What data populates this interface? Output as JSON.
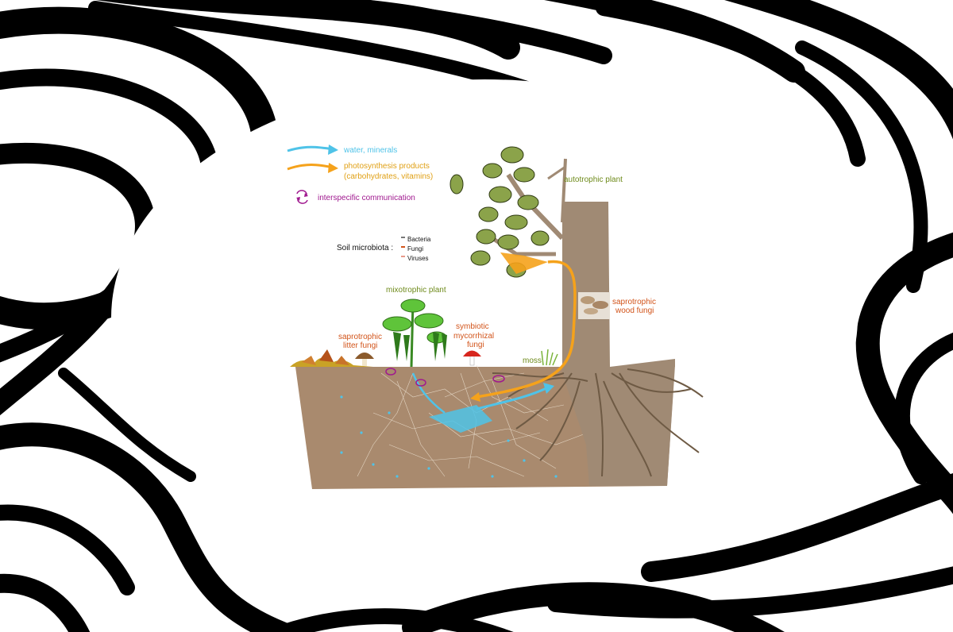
{
  "legend": {
    "water": "water, minerals",
    "photo_line1": "photosynthesis products",
    "photo_line2": "(carbohydrates, vitamins)",
    "communication": "interspecific communication"
  },
  "microbiota": {
    "title": "Soil microbiota :",
    "items": [
      "Bacteria",
      "Fungi",
      "Viruses"
    ]
  },
  "labels": {
    "autotrophic": "autotrophic plant",
    "mixotrophic": "mixotrophic plant",
    "wood_fungi_1": "saprotrophic",
    "wood_fungi_2": "wood fungi",
    "symbiotic_1": "symbiotic",
    "symbiotic_2": "mycorrhizal",
    "symbiotic_3": "fungi",
    "litter_1": "saprotrophic",
    "litter_2": "litter fungi",
    "moss": "moss"
  },
  "colors": {
    "water": "#4fc3e8",
    "photosynthesis": "#f5a21b",
    "communication": "#a0198f",
    "label_green": "#6e8a1a",
    "label_orange": "#d2541a",
    "soil": "#a98a6e",
    "trunk": "#a08a74"
  }
}
